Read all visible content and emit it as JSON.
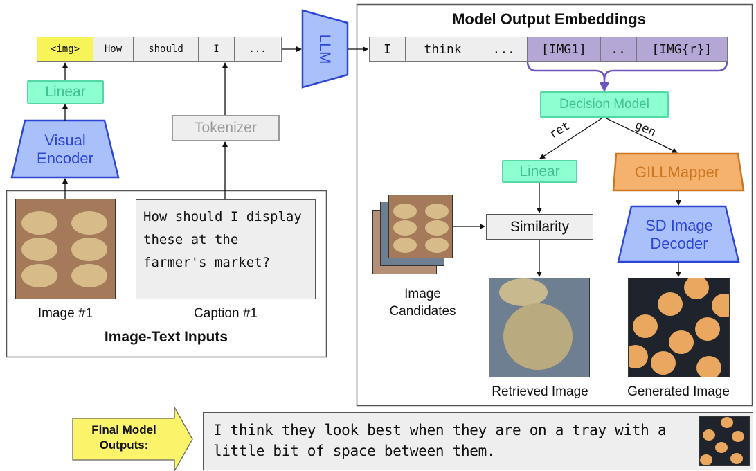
{
  "colors": {
    "encoder_fill": "#a9c0fb",
    "encoder_stroke": "#2d46d6",
    "linear_fill": "#8effd0",
    "linear_text": "#3ec48a",
    "mapper_fill": "#f4b26e",
    "mapper_stroke": "#cc7621",
    "img_token": "#f7f45a",
    "ret_token": "#b4a7d6",
    "brace": "#6e55bf",
    "final_arrow": "#fbf46a"
  },
  "input_tokens": [
    "<img>",
    "How",
    "should",
    "I",
    "..."
  ],
  "llm": {
    "label": "LLM"
  },
  "left": {
    "linear_label": "Linear",
    "visual_encoder_label": "Visual Encoder",
    "tokenizer_label": "Tokenizer",
    "image_caption": "Image #1",
    "caption_text": "How should I display these at the farmer's market?",
    "caption_label": "Caption #1",
    "inputs_title": "Image-Text Inputs"
  },
  "right": {
    "title": "Model Output Embeddings",
    "output_tokens": [
      "I",
      "think",
      "...",
      "[IMG1]",
      "..",
      "[IMG{r}]"
    ],
    "decision_model_label": "Decision Model",
    "branch_ret": "ret",
    "branch_gen": "gen",
    "linear_label": "Linear",
    "mapper_label": "GILLMapper",
    "decoder_label": "SD Image Decoder",
    "similarity_label": "Similarity",
    "candidates_label": "Image Candidates",
    "retrieved_label": "Retrieved Image",
    "generated_label": "Generated Image"
  },
  "final": {
    "arrow_label": "Final Model Outputs:",
    "output_text": "I think they look best when they are on a tray with a little bit of space between them."
  }
}
